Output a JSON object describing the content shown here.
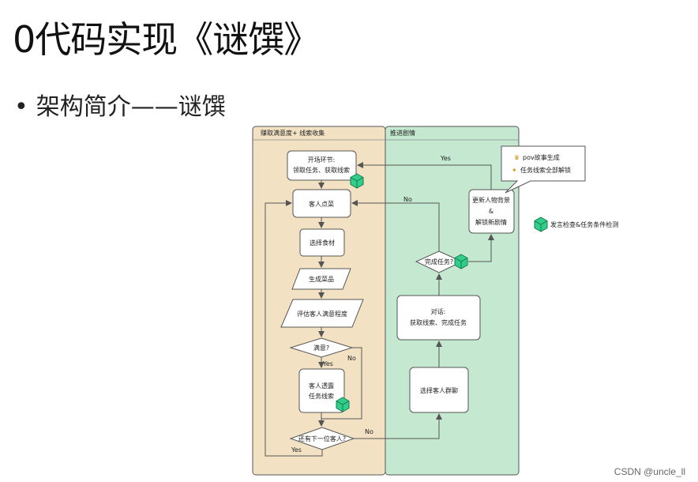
{
  "slide": {
    "title": "0代码实现《谜馔》",
    "bullet": "架构简介——谜馔"
  },
  "diagram": {
    "lanes": {
      "left": "赚取满意度+ 线索收集",
      "right": "推进剧情"
    },
    "nodes": {
      "opening_line1": "开场环节:",
      "opening_line2": "领取任务、获取线索",
      "order": "客人点菜",
      "ingredients": "选择食材",
      "dish": "生成菜品",
      "evaluate": "评估客人满意程度",
      "satisfied": "满意?",
      "reveal_line1": "客人透露",
      "reveal_line2": "任务线索",
      "next_guest": "还有下一位客人?",
      "group_chat": "选择客人群聊",
      "dialog_line1": "对话:",
      "dialog_line2": "获取线索、完成任务",
      "task_done": "完成任务?",
      "update_line1": "更新人物背景",
      "update_line2": "&",
      "update_line3": "解锁新剧情",
      "callout_line1": "pov故事生成",
      "callout_line2": "任务线索全部解锁"
    },
    "edges": {
      "yes_top": "Yes",
      "no_task": "No",
      "yes_satisfied": "Yes",
      "no_satisfied": "No",
      "no_next": "No",
      "yes_next": "Yes"
    },
    "legend": "发言检查&任务条件检测",
    "colors": {
      "left_lane": "#f2e2c3",
      "right_lane": "#c5e8d1",
      "cube": "#2fcf8a",
      "line": "#555555"
    }
  },
  "watermark": "CSDN @uncle_ll"
}
